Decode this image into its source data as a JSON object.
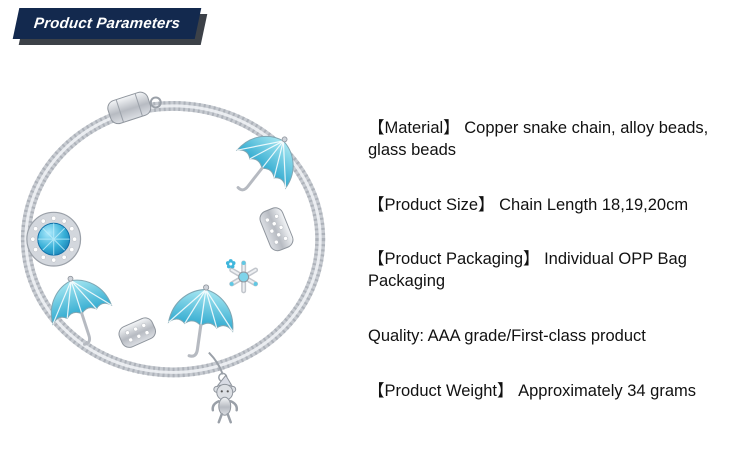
{
  "banner": {
    "label": "Product Parameters"
  },
  "colors": {
    "banner_bg": "#13294e",
    "banner_shadow": "#3c4148",
    "accent_blue": "#35aed6",
    "silver": "#c7cbd1",
    "text": "#111111"
  },
  "specs": [
    "【Material】 Copper snake chain, alloy beads, glass beads",
    "【Product Size】 Chain Length 18,19,20cm",
    "【Product Packaging】 Individual OPP Bag Packaging",
    "Quality: AAA grade/First-class product",
    "【Product Weight】 Approximately 34 grams"
  ]
}
